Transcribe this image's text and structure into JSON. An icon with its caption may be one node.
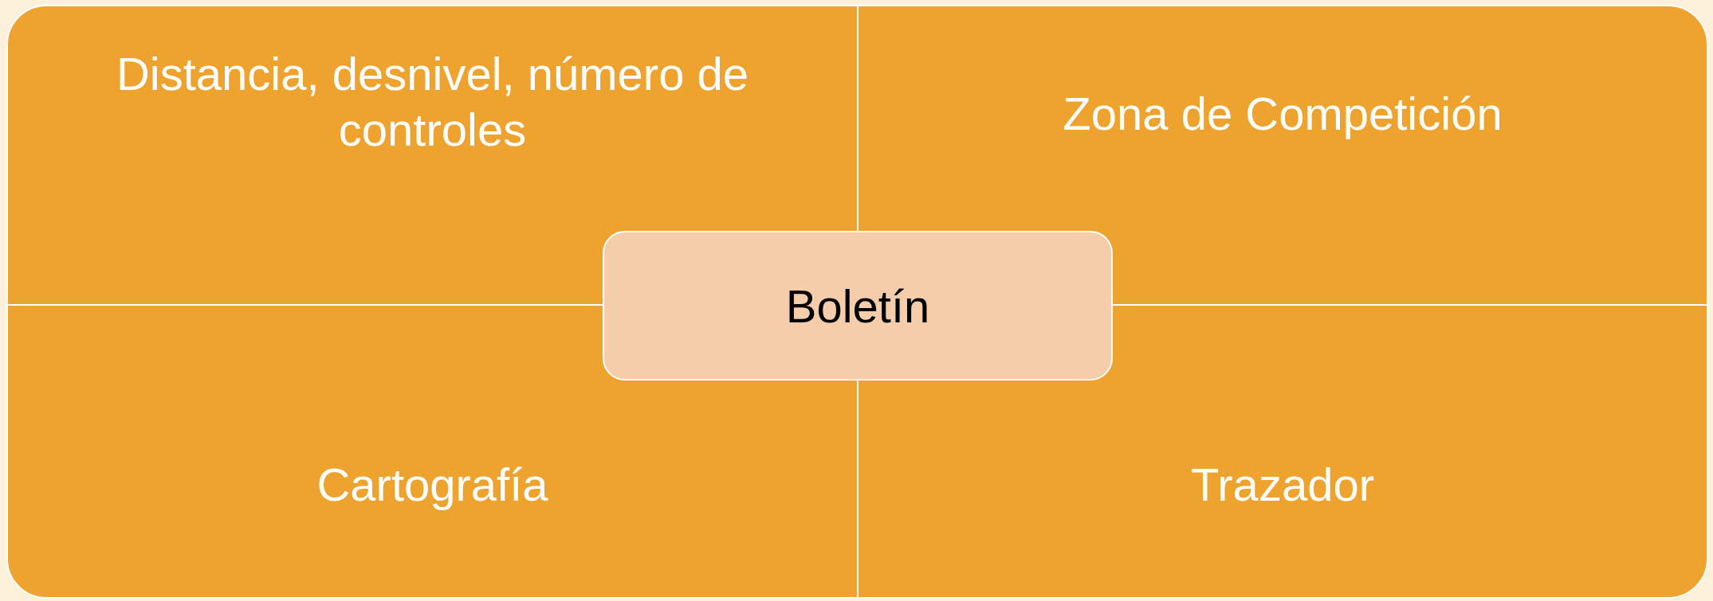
{
  "diagram": {
    "nodes": [
      {
        "text": [
          "Distancia, desnivel, número de controles"
        ]
      },
      {
        "text": [
          "Zona de Competición"
        ]
      },
      {
        "text": [
          "Boletín"
        ]
      },
      {
        "text": [
          "Cartografía"
        ]
      },
      {
        "text": [
          "Trazador"
        ]
      }
    ],
    "edges": []
  }
}
